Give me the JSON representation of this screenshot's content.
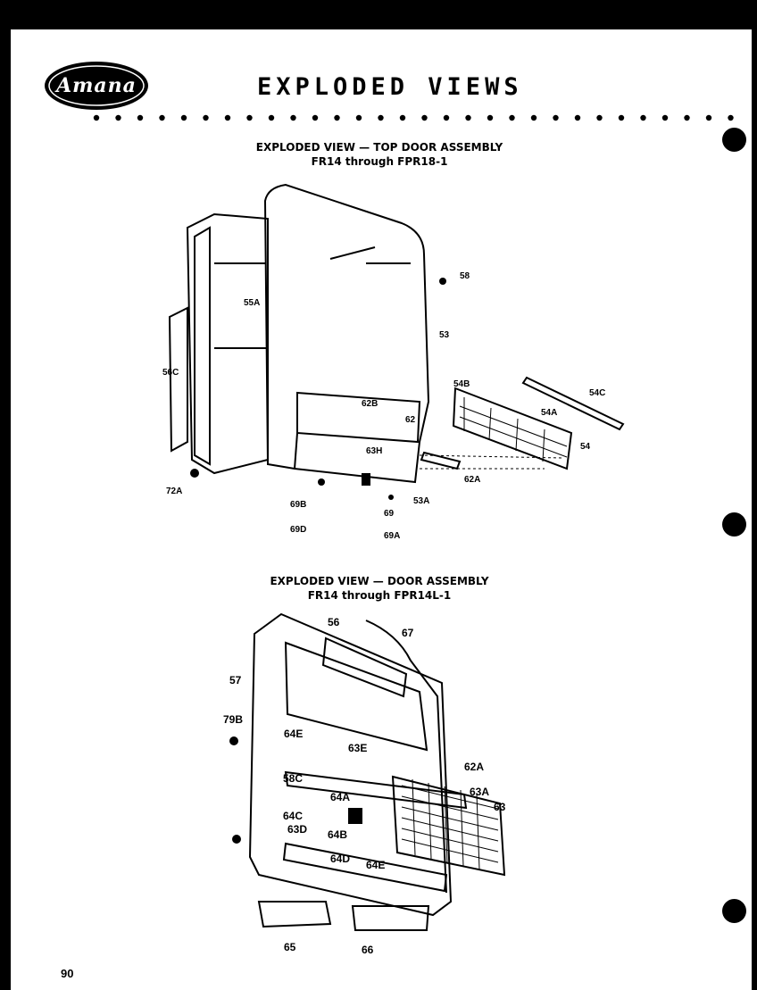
{
  "header": {
    "logo_text": "Amana",
    "title": "EXPLODED VIEWS"
  },
  "section_top": {
    "title_line1": "EXPLODED VIEW — TOP DOOR ASSEMBLY",
    "title_line2": "FR14 through FPR18-1",
    "callouts": [
      "58",
      "55A",
      "56C",
      "53",
      "54B",
      "54C",
      "54A",
      "62B",
      "62",
      "54",
      "63H",
      "62A",
      "72A",
      "69B",
      "53A",
      "69",
      "69D",
      "69A"
    ]
  },
  "section_bottom": {
    "title_line1": "EXPLODED VIEW — DOOR ASSEMBLY",
    "title_line2": "FR14 through FPR14L-1",
    "callouts": [
      "56",
      "67",
      "57",
      "79B",
      "64E",
      "63E",
      "62A",
      "58C",
      "64A",
      "63A",
      "64C",
      "63",
      "63D",
      "64B",
      "64D",
      "64E",
      "65",
      "66"
    ]
  },
  "footer": {
    "page_number": "90"
  }
}
